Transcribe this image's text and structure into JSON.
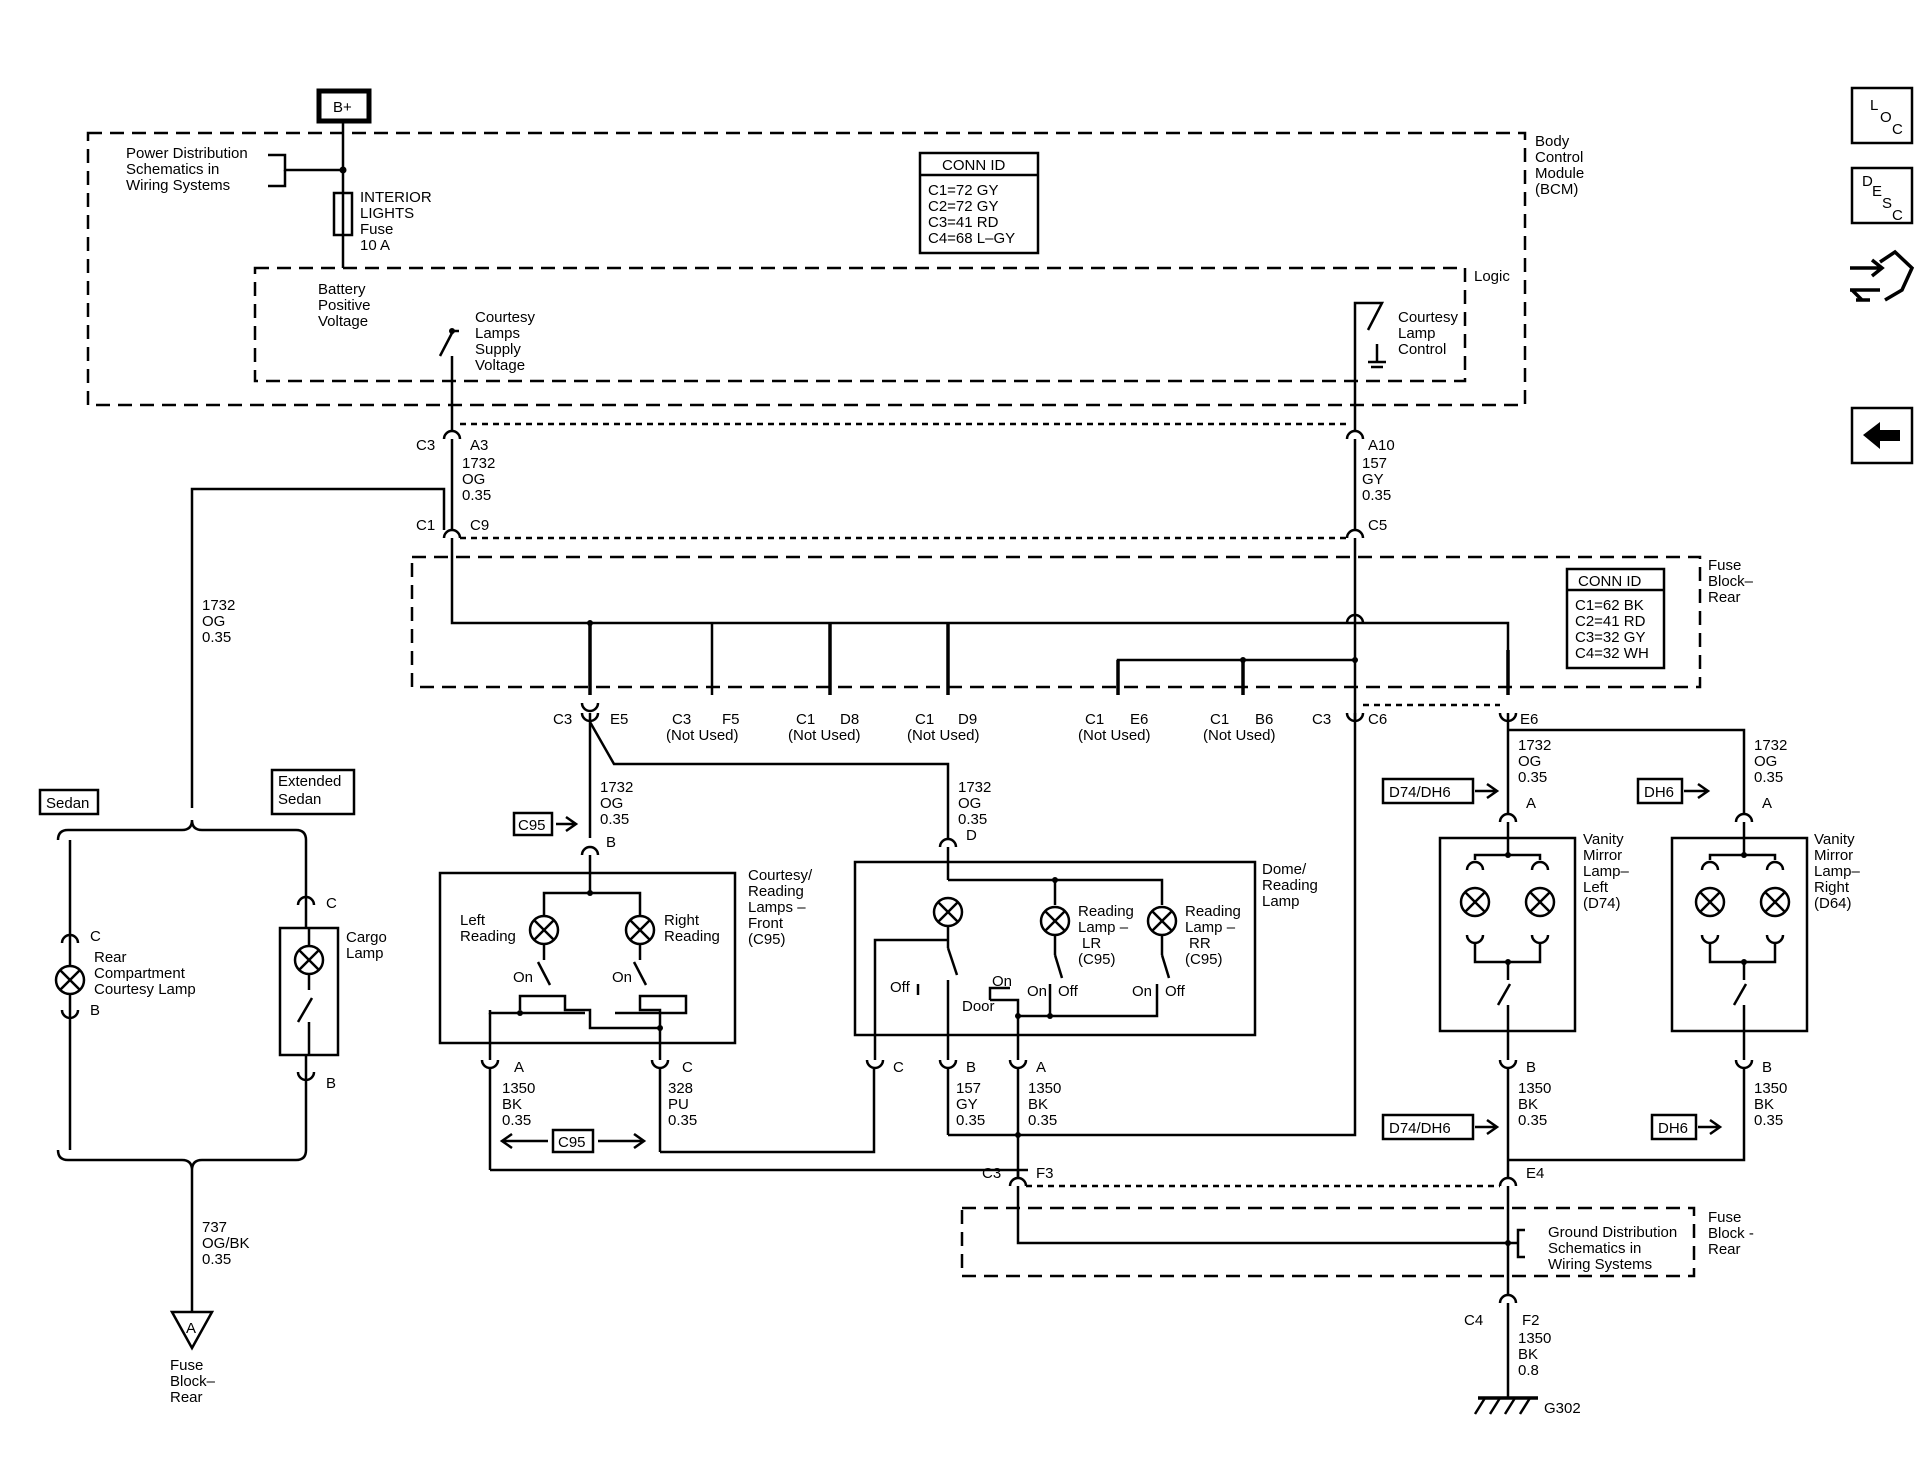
{
  "modules": {
    "bcm": [
      "Body",
      "Control",
      "Module",
      "(BCM)"
    ],
    "logic": "Logic",
    "fuse_block_top": [
      "Fuse",
      "Block–",
      "Rear"
    ],
    "fuse_block_bottom": [
      "Fuse",
      "Block -",
      "Rear"
    ],
    "ground_dist": [
      "Ground Distribution",
      "Schematics in",
      "Wiring Systems"
    ]
  },
  "power": {
    "bplus": "B+",
    "power_dist": [
      "Power Distribution",
      "Schematics in",
      "Wiring Systems"
    ],
    "fuse": [
      "INTERIOR",
      "LIGHTS",
      "Fuse",
      "10 A"
    ],
    "battery": [
      "Battery",
      "Positive",
      "Voltage"
    ],
    "courtesy_supply": [
      "Courtesy",
      "Lamps",
      "Supply",
      "Voltage"
    ],
    "courtesy_control": [
      "Courtesy",
      "Lamp",
      "Control"
    ]
  },
  "conn_bcm": {
    "title": "CONN ID",
    "rows": [
      "C1=72 GY",
      "C2=72 GY",
      "C3=41 RD",
      "C4=68 L–GY"
    ]
  },
  "conn_fuse": {
    "title": "CONN ID",
    "rows": [
      "C1=62 BK",
      "C2=41 RD",
      "C3=32 GY",
      "C4=32 WH"
    ]
  },
  "connectors": {
    "c3": "C3",
    "a3": "A3",
    "c1": "C1",
    "c9": "C9",
    "a10": "A10",
    "c5": "C5",
    "e5": "E5",
    "f5": "F5",
    "d8": "D8",
    "d9": "D9",
    "e6": "E6",
    "b6": "B6",
    "c6": "C6",
    "f3": "F3",
    "e4": "E4",
    "c4": "C4",
    "f2": "F2",
    "c1b": "C1",
    "not_used": "(Not Used)"
  },
  "wires": {
    "w1732": [
      "1732",
      "OG",
      "0.35"
    ],
    "w157": [
      "157",
      "GY",
      "0.35"
    ],
    "w1350": [
      "1350",
      "BK",
      "0.35"
    ],
    "w328": [
      "328",
      "PU",
      "0.35"
    ],
    "w737": [
      "737",
      "OG/BK",
      "0.35"
    ],
    "w1350g": [
      "1350",
      "BK",
      "0.8"
    ]
  },
  "pins": {
    "a": "A",
    "b": "B",
    "c": "C",
    "d": "D"
  },
  "variants": {
    "sedan": "Sedan",
    "extended": [
      "Extended",
      "Sedan"
    ]
  },
  "components": {
    "rear_courtesy": [
      "Rear",
      "Compartment",
      "Courtesy Lamp"
    ],
    "cargo": [
      "Cargo",
      "Lamp"
    ],
    "left_reading": [
      "Left",
      "Reading"
    ],
    "right_reading": [
      "Right",
      "Reading"
    ],
    "courtesy_front": [
      "Courtesy/",
      "Reading",
      "Lamps –",
      "Front",
      "(C95)"
    ],
    "dome": [
      "Dome/",
      "Reading",
      "Lamp"
    ],
    "reading_lr": [
      "Reading",
      "Lamp –",
      "LR",
      "(C95)"
    ],
    "reading_rr": [
      "Reading",
      "Lamp –",
      "RR",
      "(C95)"
    ],
    "vanity_left": [
      "Vanity",
      "Mirror",
      "Lamp–",
      "Left",
      "(D74)"
    ],
    "vanity_right": [
      "Vanity",
      "Mirror",
      "Lamp–",
      "Right",
      "(D64)"
    ],
    "ground": "G302",
    "fuse_ref": "A",
    "fuse_ref_label": [
      "Fuse",
      "Block–",
      "Rear"
    ]
  },
  "switches": {
    "on": "On",
    "off": "Off",
    "door": "Door"
  },
  "options": {
    "c95": "C95",
    "d74": "D74/DH6",
    "dh6": "DH6"
  },
  "nav": {
    "loc": [
      "L",
      "O",
      "C"
    ],
    "desc": [
      "D",
      "E",
      "S",
      "C"
    ]
  }
}
